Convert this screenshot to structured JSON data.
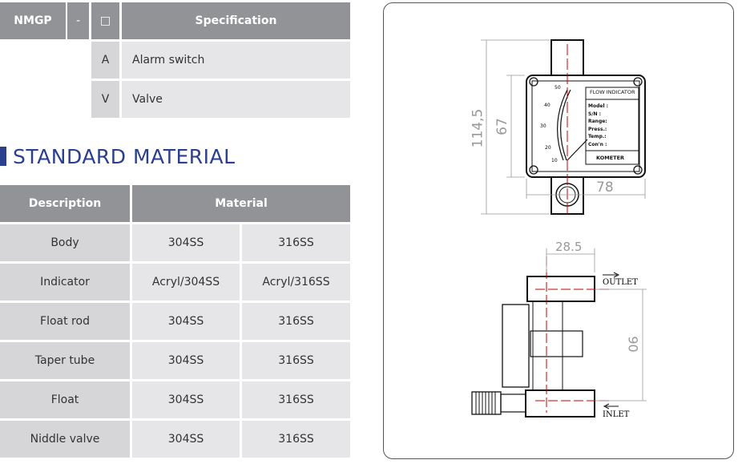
{
  "order_table": {
    "headers": [
      "NMGP",
      "-",
      "□",
      "Specification"
    ],
    "rows": [
      {
        "code": "A",
        "spec": "Alarm switch"
      },
      {
        "code": "V",
        "spec": "Valve"
      }
    ]
  },
  "section_title": "STANDARD MATERIAL",
  "material_table": {
    "headers": [
      "Description",
      "Material"
    ],
    "rows": [
      {
        "desc": "Body",
        "m1": "304SS",
        "m2": "316SS"
      },
      {
        "desc": "Indicator",
        "m1": "Acryl/304SS",
        "m2": "Acryl/316SS"
      },
      {
        "desc": "Float rod",
        "m1": "304SS",
        "m2": "316SS"
      },
      {
        "desc": "Taper tube",
        "m1": "304SS",
        "m2": "316SS"
      },
      {
        "desc": "Float",
        "m1": "304SS",
        "m2": "316SS"
      },
      {
        "desc": "Niddle valve",
        "m1": "304SS",
        "m2": "316SS"
      }
    ]
  },
  "drawing": {
    "dims": {
      "height_total": "114,5",
      "height_body": "67",
      "width": "78",
      "depth": "28.5",
      "port_distance": "90"
    },
    "nameplate": {
      "title": "FLOW INDICATOR",
      "fields": [
        "Model :",
        "S/N  :",
        "Range:",
        "Press.:",
        "Temp.:",
        "Con'n :"
      ],
      "brand": "KOMETER"
    },
    "scale": [
      "50",
      "40",
      "30",
      "20",
      "10"
    ],
    "labels": {
      "outlet": "OUTLET",
      "inlet": "INLET"
    }
  }
}
